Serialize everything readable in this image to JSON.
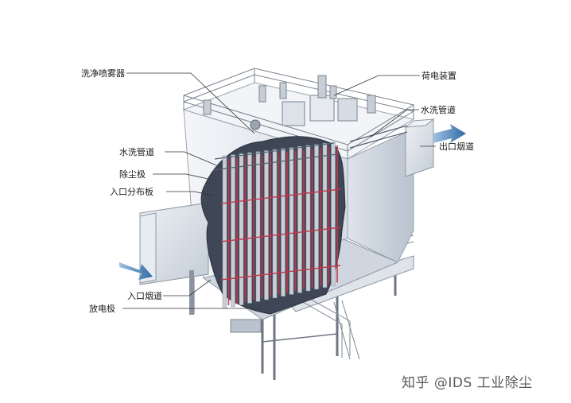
{
  "labels": {
    "spray": "洗净喷雾器",
    "charge": "荷电装置",
    "wash_pipe_right": "水洗管道",
    "outlet": "出口烟道",
    "wash_pipe_left": "水洗管道",
    "collector": "除尘极",
    "distributor": "入口分布板",
    "discharge": "放电极",
    "inlet": "入口烟道"
  },
  "watermark": "知乎 @IDS 工业除尘",
  "colors": {
    "housing": "#e9edf2",
    "housing_shade": "#c9d2dc",
    "interior": "#3b4250",
    "plate": "#c9ced6",
    "electrode": "#c0394a",
    "flow_arrow": "#4a7fb3"
  }
}
